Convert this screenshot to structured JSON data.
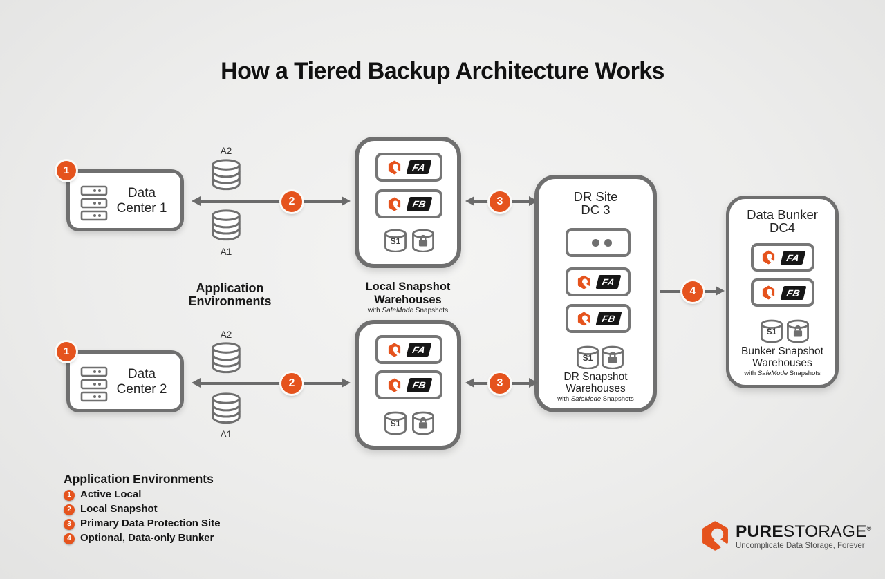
{
  "title": "How a Tiered Backup Architecture Works",
  "steps": {
    "one": "1",
    "two": "2",
    "three": "3",
    "four": "4"
  },
  "nodes": {
    "dc1": {
      "line1": "Data",
      "line2": "Center 1"
    },
    "dc2": {
      "line1": "Data",
      "line2": "Center 2"
    },
    "db_top": {
      "a2": "A2",
      "a1": "A1"
    },
    "db_bottom": {
      "a2": "A2",
      "a1": "A1"
    },
    "mid_label": {
      "line1": "Application",
      "line2": "Environments"
    },
    "warehouse_top": {
      "fa": "FA",
      "fb": "FB",
      "s1": "S1"
    },
    "warehouse_bottom": {
      "fa": "FA",
      "fb": "FB",
      "s1": "S1"
    },
    "warehouse_caption": {
      "line1": "Local Snapshot",
      "line2": "Warehouses",
      "sub_pre": "with ",
      "sub_italic": "SafeMode",
      "sub_post": " Snapshots"
    },
    "dr_site": {
      "title1": "DR Site",
      "title2": "DC 3",
      "fa": "FA",
      "fb": "FB",
      "s1": "S1",
      "cap1": "DR Snapshot",
      "cap2": "Warehouses",
      "sub_pre": "with ",
      "sub_italic": "SafeMode",
      "sub_post": " Snapshots"
    },
    "bunker": {
      "title1": "Data Bunker",
      "title2": "DC4",
      "fa": "FA",
      "fb": "FB",
      "s1": "S1",
      "cap1": "Bunker Snapshot",
      "cap2": "Warehouses",
      "sub_pre": "with ",
      "sub_italic": "SafeMode",
      "sub_post": " Snapshots"
    }
  },
  "legend": {
    "heading": "Application Environments",
    "items": [
      {
        "num": "1",
        "label": "Active Local"
      },
      {
        "num": "2",
        "label": "Local Snapshot"
      },
      {
        "num": "3",
        "label": "Primary Data Protection Site"
      },
      {
        "num": "4",
        "label": "Optional, Data-only Bunker"
      }
    ]
  },
  "footer": {
    "brand_bold": "PURE",
    "brand_light": "STORAGE",
    "reg": "®",
    "tagline": "Uncomplicate Data Storage, Forever"
  },
  "colors": {
    "orange": "#E5531D",
    "box_border": "#6F6F6F",
    "unit_border": "#767676",
    "arrow": "#6B6B6B",
    "ink": "#1C1C1C",
    "background": "#ECECEB"
  }
}
